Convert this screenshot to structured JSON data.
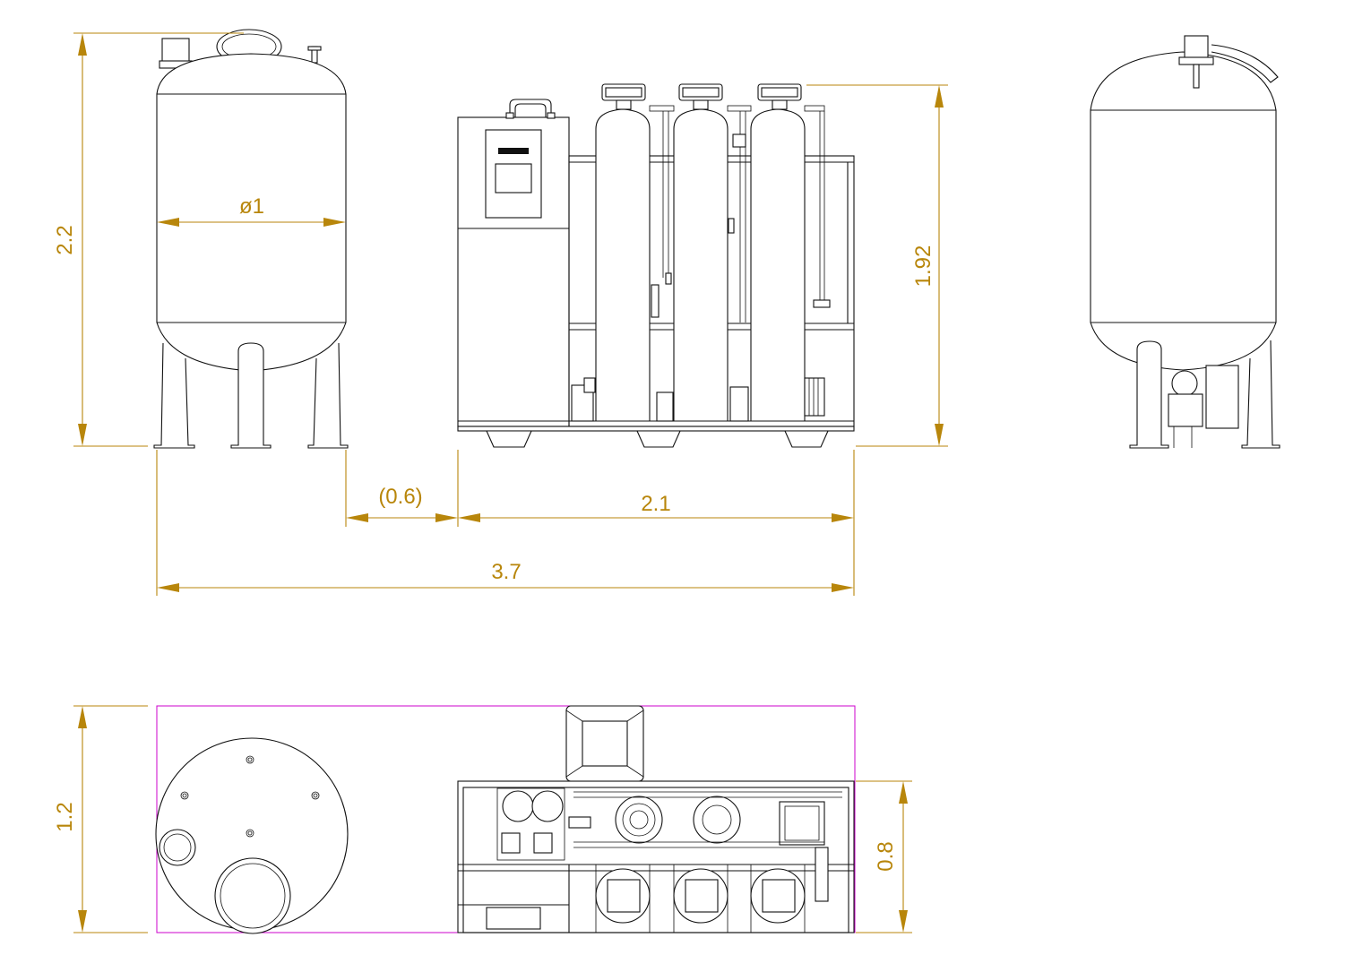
{
  "dimensions": {
    "tank_height": "2.2",
    "tank_diameter": "ø1",
    "system_height": "1.92",
    "clearance": "(0.6)",
    "system_length": "2.1",
    "total_length": "3.7",
    "total_depth": "1.2",
    "system_depth": "0.8"
  },
  "colors": {
    "dimension": "#b8860b",
    "outline": "#111111",
    "boundary": "#cc00cc"
  }
}
